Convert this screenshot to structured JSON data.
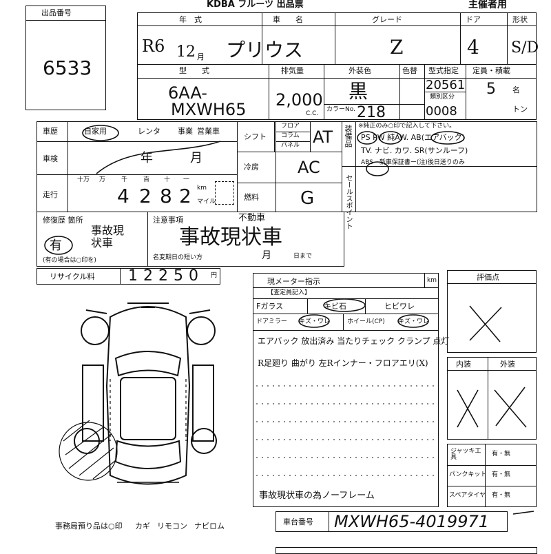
{
  "header": {
    "lot_label": "出品番号",
    "lot_number": "6533",
    "top_title": "KDBA フルーツ 出品票",
    "top_right": "主催者用"
  },
  "vehicle": {
    "year_label": "年　式",
    "year": "R6",
    "month": "12",
    "month_unit": "月",
    "name_label": "車　　名",
    "name": "プリウス",
    "grade_label": "グレード",
    "grade": "Z",
    "doors_label": "ドア",
    "doors": "4",
    "shape_label": "形状",
    "shape": "S/D",
    "model_label": "型　　式",
    "model_line1": "6AA-",
    "model_line2": "MXWH65",
    "disp_label": "排気量",
    "displacement": "2,000",
    "cc_unit": "C.C.",
    "ext_color_label": "外装色",
    "ext_color": "黒",
    "int_color_label": "色替",
    "color_no_label": "カラーNo.",
    "color_no": "218",
    "type_spec_label": "型式指定",
    "type_spec": "20561",
    "category_label": "類別区分",
    "category": "0008",
    "capacity_label": "定員・積載",
    "capacity": "5",
    "capacity_unit": "名",
    "ton_unit": "トン"
  },
  "history": {
    "label": "車歴",
    "options": [
      "自家用",
      "レンタ",
      "事業",
      "営業車"
    ],
    "shaken_label": "車検",
    "shaken_year_unit": "年",
    "shaken_month_unit": "月",
    "mileage_label": "走行",
    "mileage_units": [
      "十万",
      "万",
      "千",
      "百",
      "十",
      "一"
    ],
    "mileage_digits": [
      "",
      "",
      "4",
      "2",
      "8",
      "2"
    ],
    "km_unit": "km",
    "mile_unit": "マイル"
  },
  "equipment": {
    "shift_label": "シフト",
    "shift_options": [
      "フロア",
      "コラム",
      "パネル"
    ],
    "shift": "AT",
    "aircon_label": "冷房",
    "aircon": "AC",
    "fuel_label": "燃料",
    "fuel": "G",
    "equip_label": "装備品",
    "equip_note": "※純正のみ○印で記入して下さい。",
    "equip_line1": "PS PW 純AW. AB(エアバック)",
    "equip_line2": "TV. ナビ. カワ. SR(サンルーフ)",
    "equip_line3": "ABS　新車保証書ー(注)後日送りのみ",
    "sales_point_label": "セールスポイント"
  },
  "repair": {
    "label": "修復歴 箇所",
    "handwritten": "事故現状車",
    "yes_mark": "有",
    "note": "(有の場合は○印を)",
    "notes_label": "注意事項",
    "notes_extra": "不動車",
    "notes_text": "事故現状車",
    "period_label": "名変期日の短い方",
    "month_unit": "月",
    "day_unit": "日まで"
  },
  "recycle": {
    "label": "リサイクル料",
    "amount": "12250",
    "unit": "円"
  },
  "appraisal": {
    "meter_label": "現メーター指示",
    "km_unit": "km",
    "header": "【査定員記入】",
    "glass_label": "Fガラス",
    "glass_opt1": "キビ石",
    "glass_opt2": "ヒビワレ",
    "mirror_label": "ドアミラー",
    "mirror_opt": "キズ・ワレ",
    "wheel_label": "ホイール(CP)",
    "wheel_opt": "キズ・ワレ",
    "line1": "エアバック 放出済み 当たりチェック クランプ 点灯",
    "line2": "R足廻り 曲がり 左Rインナー・フロアエリ(X)",
    "bottom_note": "事故現状車の為ノーフレーム"
  },
  "grade": {
    "label": "評価点",
    "interior_label": "内装",
    "exterior_label": "外装",
    "jack_label": "ジャッキ工具",
    "puncture_label": "パンクキット",
    "spare_label": "スペアタイヤ",
    "yes_no": "有・無"
  },
  "frame": {
    "label": "車台番号",
    "value": "MXWH65-4019971"
  },
  "bottom": {
    "office_note": "事務局預り品は○印",
    "items": [
      "カギ",
      "リモコン",
      "ナビロム"
    ]
  }
}
